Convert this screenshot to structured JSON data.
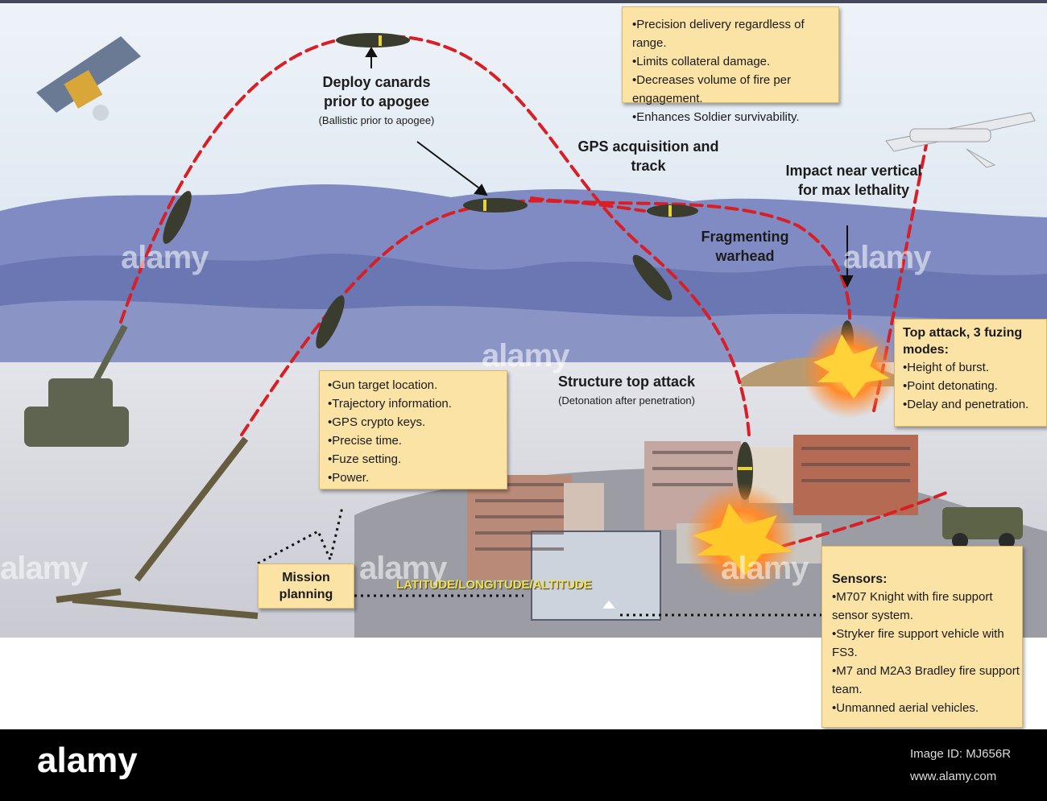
{
  "labels": {
    "deploy_canards": "Deploy canards prior to apogee",
    "deploy_canards_sub": "(Ballistic prior to apogee)",
    "gps_track": "GPS acquisition and track",
    "impact_vertical": "Impact near vertical for max lethality",
    "fragmenting": "Fragmenting warhead",
    "structure_attack": "Structure top attack",
    "structure_attack_sub": "(Detonation after penetration)",
    "lat_lon_alt": "LATITUDE/LONGITUDE/ALTITUDE",
    "mission_planning": "Mission planning"
  },
  "benefits_box": {
    "items": [
      "Precision delivery regardless of range.",
      "Limits collateral damage.",
      "Decreases volume of fire per engagement.",
      "Enhances Soldier survivability."
    ]
  },
  "fuzing_box": {
    "title": "Top attack, 3 fuzing modes:",
    "items": [
      "Height of burst.",
      "Point detonating.",
      "Delay and penetration."
    ]
  },
  "inputs_box": {
    "items": [
      "Gun target location.",
      "Trajectory information.",
      "GPS crypto keys.",
      "Precise time.",
      "Fuze setting.",
      "Power."
    ]
  },
  "sensors_box": {
    "title": "Sensors:",
    "items": [
      "M707 Knight with fire support sensor system.",
      "Stryker fire support vehicle with FS3.",
      "M7 and M2A3 Bradley fire support team.",
      "Unmanned aerial vehicles."
    ]
  },
  "watermark": "alamy",
  "footer": {
    "brand": "alamy",
    "image_id": "Image ID: MJ656R",
    "site": "www.alamy.com"
  },
  "colors": {
    "trajectory": "#d91f26",
    "callout_fill": "#fbe3a6",
    "sky": "#dfe9f2",
    "mountains": "#6d79b6",
    "ground": "#dcdde3"
  }
}
